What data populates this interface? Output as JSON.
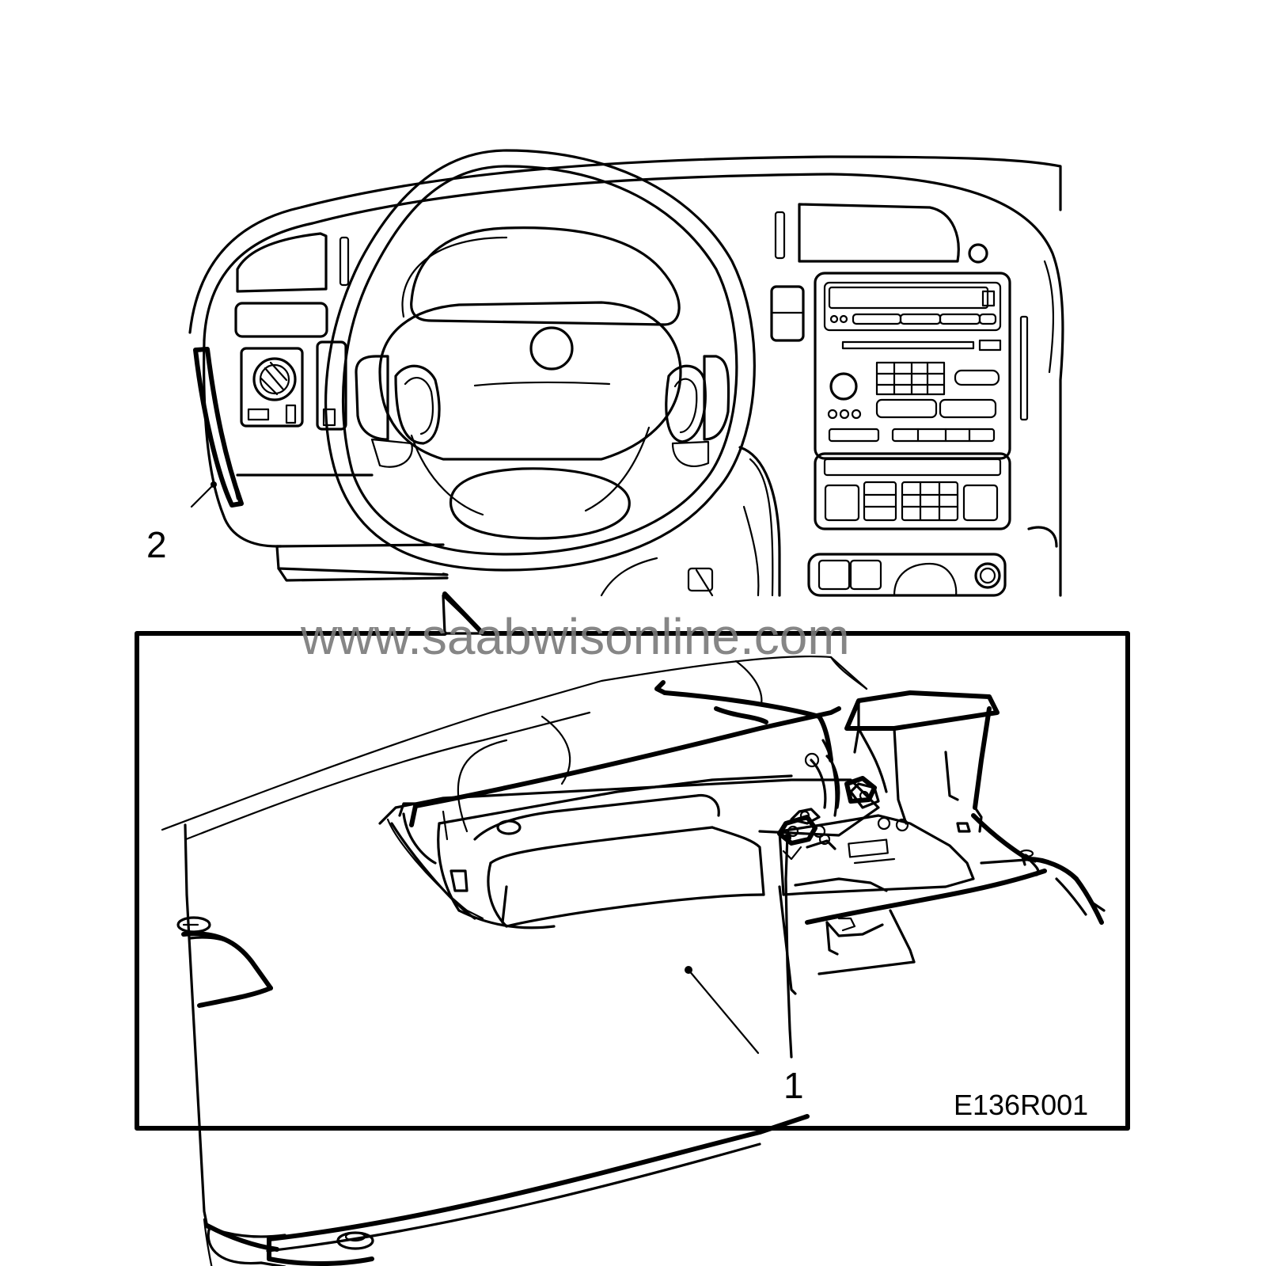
{
  "callouts": {
    "one": "1",
    "two": "2"
  },
  "figure_id": "E136R001",
  "watermark": "www.saabwisonline.com"
}
